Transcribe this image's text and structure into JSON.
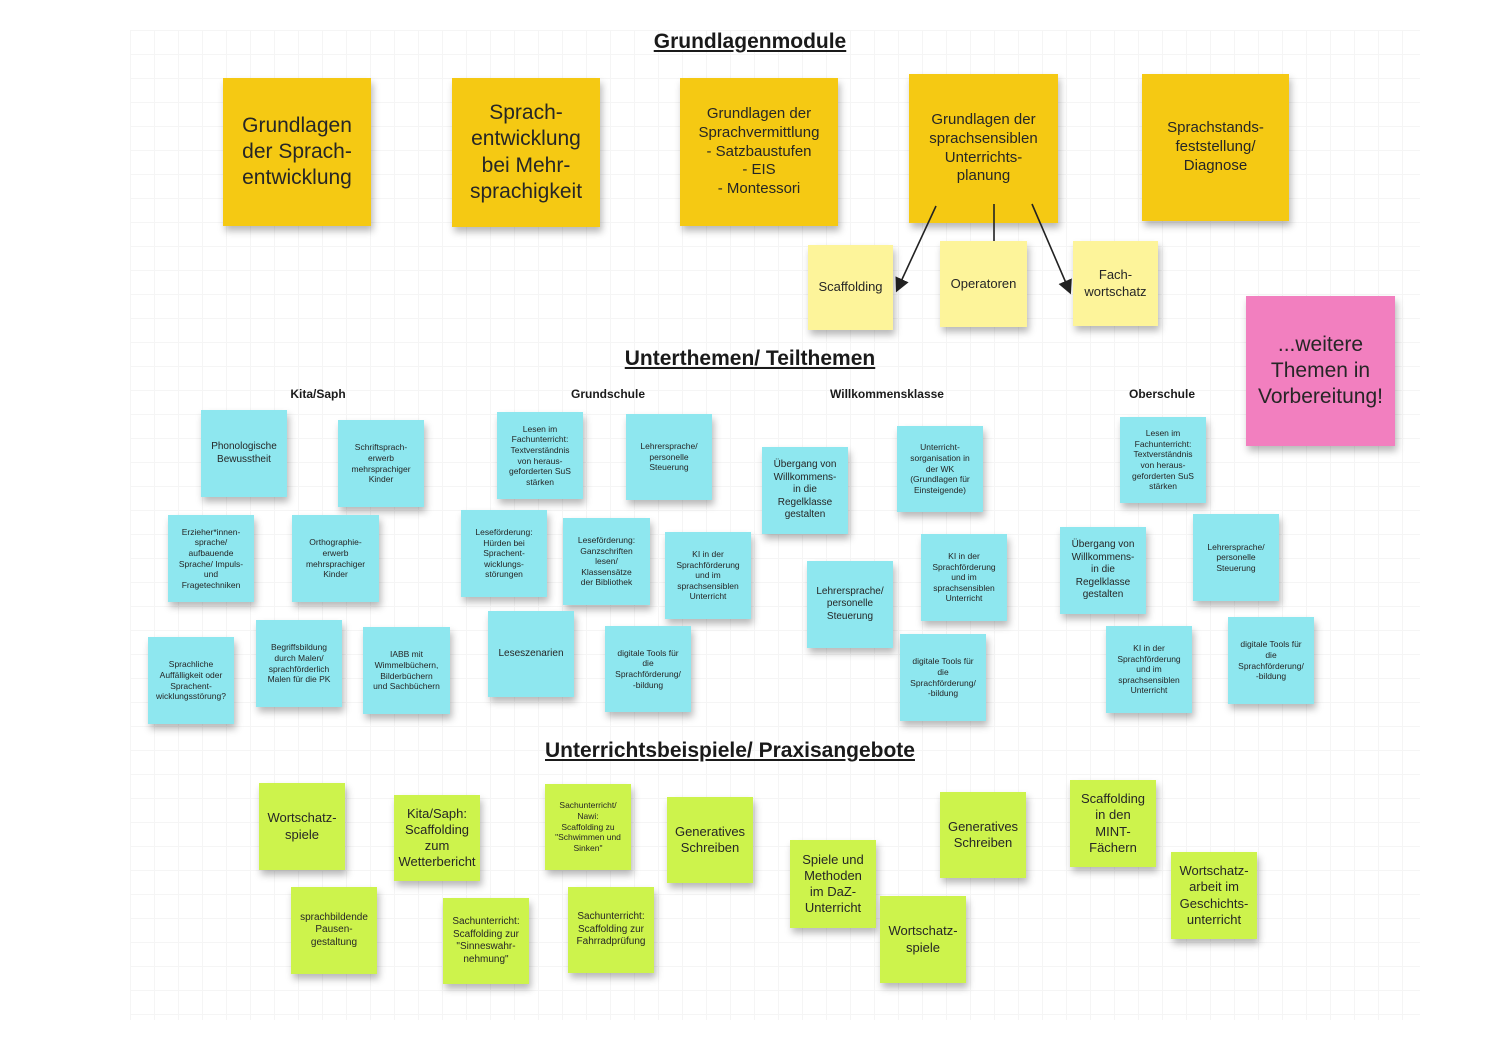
{
  "headings": {
    "grundlagen": "Grundlagenmodule",
    "unterthemen": "Unterthemen/ Teilthemen",
    "unterricht": "Unterrichtsbeispiele/ Praxisangebote"
  },
  "columns": {
    "kita": "Kita/Saph",
    "grundschule": "Grundschule",
    "willkommen": "Willkommensklasse",
    "oberschule": "Oberschule"
  },
  "grundlagen_notes": {
    "g1": "Grundlagen\nder Sprach-\nentwicklung",
    "g2": "Sprach-\nentwicklung\nbei Mehr-\nsprachigkeit",
    "g3": "Grundlagen der\nSprachvermittlung\n- Satzbaustufen\n- EIS\n- Montessori",
    "g4": "Grundlagen der\nsprachsensiblen\nUnterrichts-\nplanung",
    "g5": "Sprachstands-\nfeststellung/\nDiagnose"
  },
  "planung_sub": {
    "s1": "Scaffolding",
    "s2": "Operatoren",
    "s3": "Fach-\nwortschatz"
  },
  "weitere": "...weitere\nThemen in\nVorbereitung!",
  "kita_notes": {
    "k1": "Phonologische\nBewusstheit",
    "k2": "Schriftsprach-\nerwerb\nmehrsprachiger\nKinder",
    "k3": "Erzieher*innen-\nsprache/\naufbauende\nSprache/ Impuls-\nund\nFragetechniken",
    "k4": "Orthographie-\nerwerb\nmehrsprachiger\nKinder",
    "k5": "Sprachliche\nAuffälligkeit oder\nSprachent-\nwicklungsstörung?",
    "k6": "Begriffsbildung\ndurch Malen/\nsprachförderlich\nMalen für die PK",
    "k7": "IABB mit\nWimmelbüchern,\nBilderbüchern\nund Sachbüchern"
  },
  "grundschule_notes": {
    "gs1": "Lesen im\nFachunterricht:\nTextverständnis\nvon heraus-\ngeforderten SuS\nstärken",
    "gs2": "Lehrersprache/\npersonelle\nSteuerung",
    "gs3": "Leseförderung:\nHürden bei\nSprachent-\nwicklungs-\nstörungen",
    "gs4": "Leseförderung:\nGanzschriften\nlesen/\nKlassensätze\nder Bibliothek",
    "gs5": "KI in der\nSprachförderung\nund im\nsprachsensiblen\nUnterricht",
    "gs6": "Leseszenarien",
    "gs7": "digitale Tools für\ndie\nSprachförderung/\n-bildung"
  },
  "willkommen_notes": {
    "w1": "Übergang von\nWillkommens-\nin die\nRegelklasse\ngestalten",
    "w2": "Unterricht-\nsorganisation in\nder WK\n(Grundlagen für\nEinsteigende)",
    "w3": "KI in der\nSprachförderung\nund im\nsprachsensiblen\nUnterricht",
    "w4": "Lehrersprache/\npersonelle\nSteuerung",
    "w5": "digitale Tools für\ndie\nSprachförderung/\n-bildung"
  },
  "oberschule_notes": {
    "o1": "Lesen im\nFachunterricht:\nTextverständnis\nvon heraus-\ngeforderten SuS\nstärken",
    "o2": "Übergang von\nWillkommens-\nin die\nRegelklasse\ngestalten",
    "o3": "Lehrersprache/\npersonelle\nSteuerung",
    "o4": "KI in der\nSprachförderung\nund im\nsprachsensiblen\nUnterricht",
    "o5": "digitale Tools für\ndie\nSprachförderung/\n-bildung"
  },
  "praxis_notes": {
    "p1": "Wortschatz-\nspiele",
    "p2": "Kita/Saph:\nScaffolding\nzum\nWetterbericht",
    "p3": "Sachunterricht/\nNawi:\nScaffolding zu\n\"Schwimmen und\nSinken\"",
    "p4": "Generatives\nSchreiben",
    "p5": "sprachbildende\nPausen-\ngestaltung",
    "p6": "Sachunterricht:\nScaffolding zur\n\"Sinneswahr-\nnehmung\"",
    "p7": "Sachunterricht:\nScaffolding zur\nFahrradprüfung",
    "p8": "Spiele und\nMethoden\nim DaZ-\nUnterricht",
    "p9": "Wortschatz-\nspiele",
    "p10": "Generatives\nSchreiben",
    "p11": "Scaffolding\nin den\nMINT-\nFächern",
    "p12": "Wortschatz-\narbeit im\nGeschichts-\nunterricht"
  },
  "colors": {
    "gold": "#f5c913",
    "pale_yellow": "#fdf49a",
    "pink": "#f27fbf",
    "cyan": "#8ee7ef",
    "lime": "#cdf34c"
  }
}
